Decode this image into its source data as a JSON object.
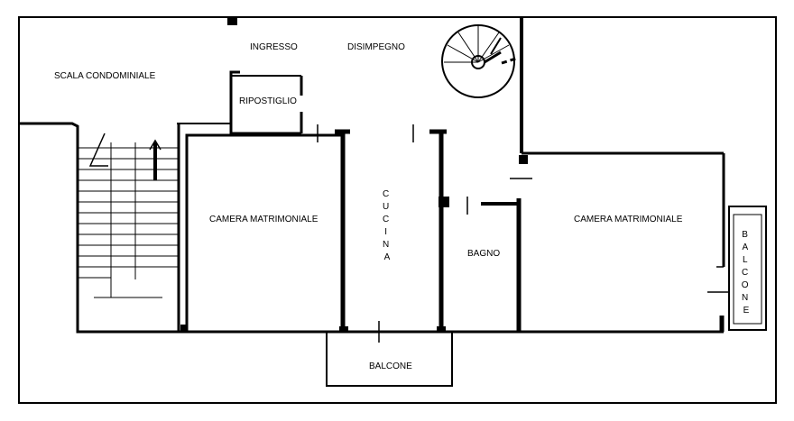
{
  "rooms": {
    "scala_condominiale": "SCALA CONDOMINIALE",
    "ingresso": "INGRESSO",
    "disimpegno": "DISIMPEGNO",
    "ripostiglio": "RIPOSTIGLIO",
    "camera_left": "CAMERA MATRIMONIALE",
    "cucina": [
      "C",
      "U",
      "C",
      "I",
      "N",
      "A"
    ],
    "bagno": "BAGNO",
    "camera_right": "CAMERA MATRIMONIALE",
    "balcone_bottom": "BALCONE",
    "balcone_right": [
      "B",
      "A",
      "L",
      "C",
      "O",
      "N",
      "E"
    ]
  },
  "colors": {
    "wall": "#000000",
    "background": "#ffffff"
  }
}
